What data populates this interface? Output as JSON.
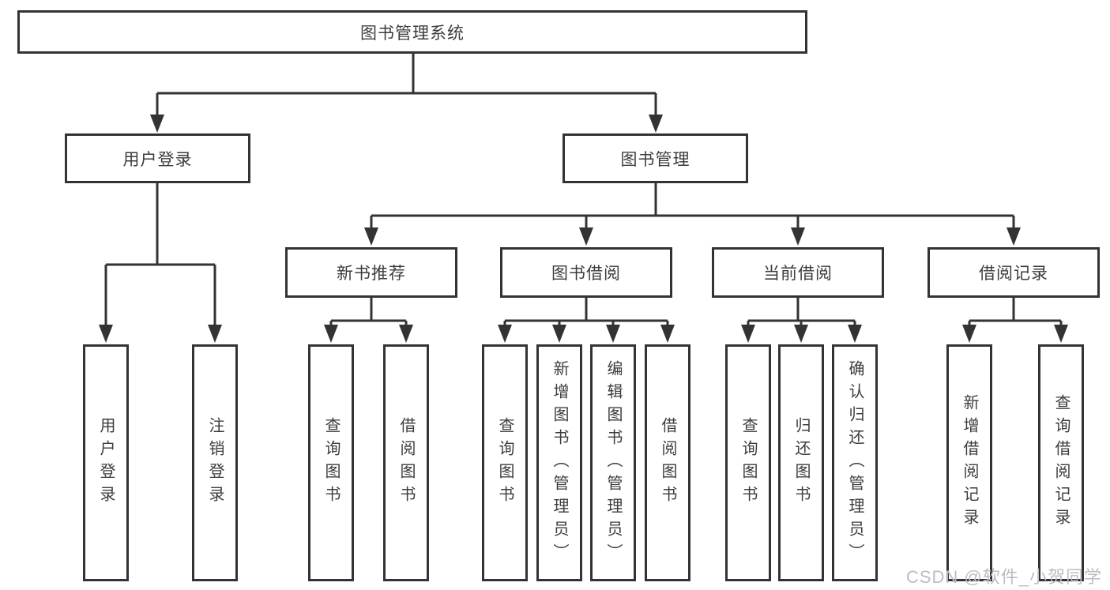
{
  "title": {
    "label": "图书管理系统"
  },
  "user_login_branch": {
    "label": "用户登录",
    "children": [
      {
        "label": "用户登录"
      },
      {
        "label": "注销登录"
      }
    ]
  },
  "book_management_branch": {
    "label": "图书管理",
    "sections": [
      {
        "label": "新书推荐",
        "children": [
          {
            "label": "查询图书"
          },
          {
            "label": "借阅图书"
          }
        ]
      },
      {
        "label": "图书借阅",
        "children": [
          {
            "label": "查询图书"
          },
          {
            "label": "新增图书（管理员）"
          },
          {
            "label": "编辑图书（管理员）"
          },
          {
            "label": "借阅图书"
          }
        ]
      },
      {
        "label": "当前借阅",
        "children": [
          {
            "label": "查询图书"
          },
          {
            "label": "归还图书"
          },
          {
            "label": "确认归还（管理员）"
          }
        ]
      },
      {
        "label": "借阅记录",
        "children": [
          {
            "label": "新增借阅记录"
          },
          {
            "label": "查询借阅记录"
          }
        ]
      }
    ]
  },
  "watermark": {
    "label": "CSDN @软件_小贺同学"
  },
  "colors": {
    "line": "#333333",
    "box_border": "#333333",
    "text": "#3c3c3c",
    "background": "#ffffff",
    "watermark": "#bdbdbd"
  }
}
